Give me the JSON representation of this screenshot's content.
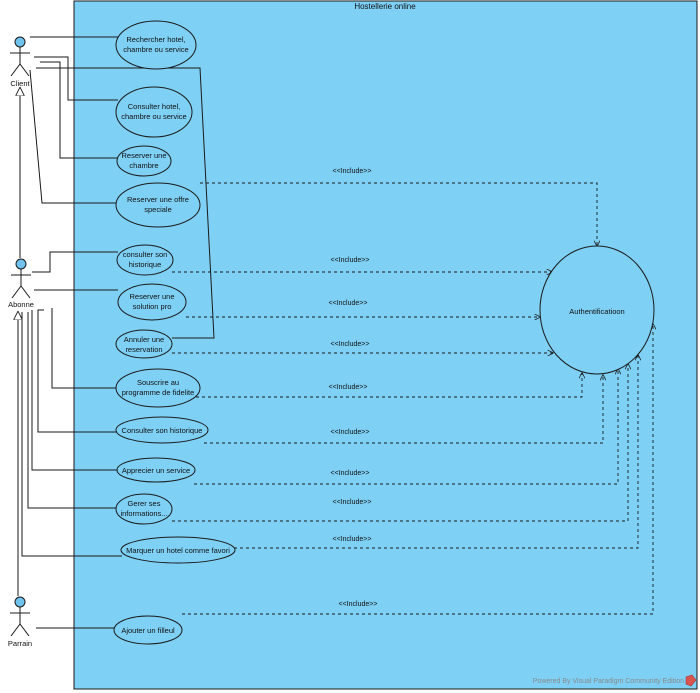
{
  "system": {
    "title": "Hostellerie online"
  },
  "actors": [
    {
      "id": "client",
      "label": "Client"
    },
    {
      "id": "abonne",
      "label": "Abonne"
    },
    {
      "id": "parrain",
      "label": "Parrain"
    }
  ],
  "use_cases": [
    {
      "id": "uc1",
      "lines": [
        "Rechercher hotel,",
        "chambre ou service"
      ]
    },
    {
      "id": "uc2",
      "lines": [
        "Consulter hotel,",
        "chambre ou service"
      ]
    },
    {
      "id": "uc3",
      "lines": [
        "Reserver une",
        "chambre"
      ]
    },
    {
      "id": "uc4",
      "lines": [
        "Reserver une offre",
        "speciale"
      ]
    },
    {
      "id": "uc5",
      "lines": [
        "consulter son",
        "historique"
      ]
    },
    {
      "id": "uc6",
      "lines": [
        "Reserver une",
        "solution pro"
      ]
    },
    {
      "id": "uc7",
      "lines": [
        "Annuler une",
        "reservation"
      ]
    },
    {
      "id": "uc8",
      "lines": [
        "Souscrire au",
        "programme de fidelite"
      ]
    },
    {
      "id": "uc9",
      "lines": [
        "Consulter son historique"
      ]
    },
    {
      "id": "uc10",
      "lines": [
        "Apprecier un service"
      ]
    },
    {
      "id": "uc11",
      "lines": [
        "Gerer ses",
        "informations..."
      ]
    },
    {
      "id": "uc12",
      "lines": [
        "Marquer un hotel comme favori"
      ]
    },
    {
      "id": "uc13",
      "lines": [
        "Ajouter un filleul"
      ]
    },
    {
      "id": "auth",
      "lines": [
        "Authentificatioon"
      ]
    }
  ],
  "include_label": "<<Include>>",
  "footer": "Powered By  Visual Paradigm Community Edition",
  "colors": {
    "system_fill": "#7ed0f5",
    "actor_head": "#6fc3ec",
    "line": "#1a1a1a"
  }
}
